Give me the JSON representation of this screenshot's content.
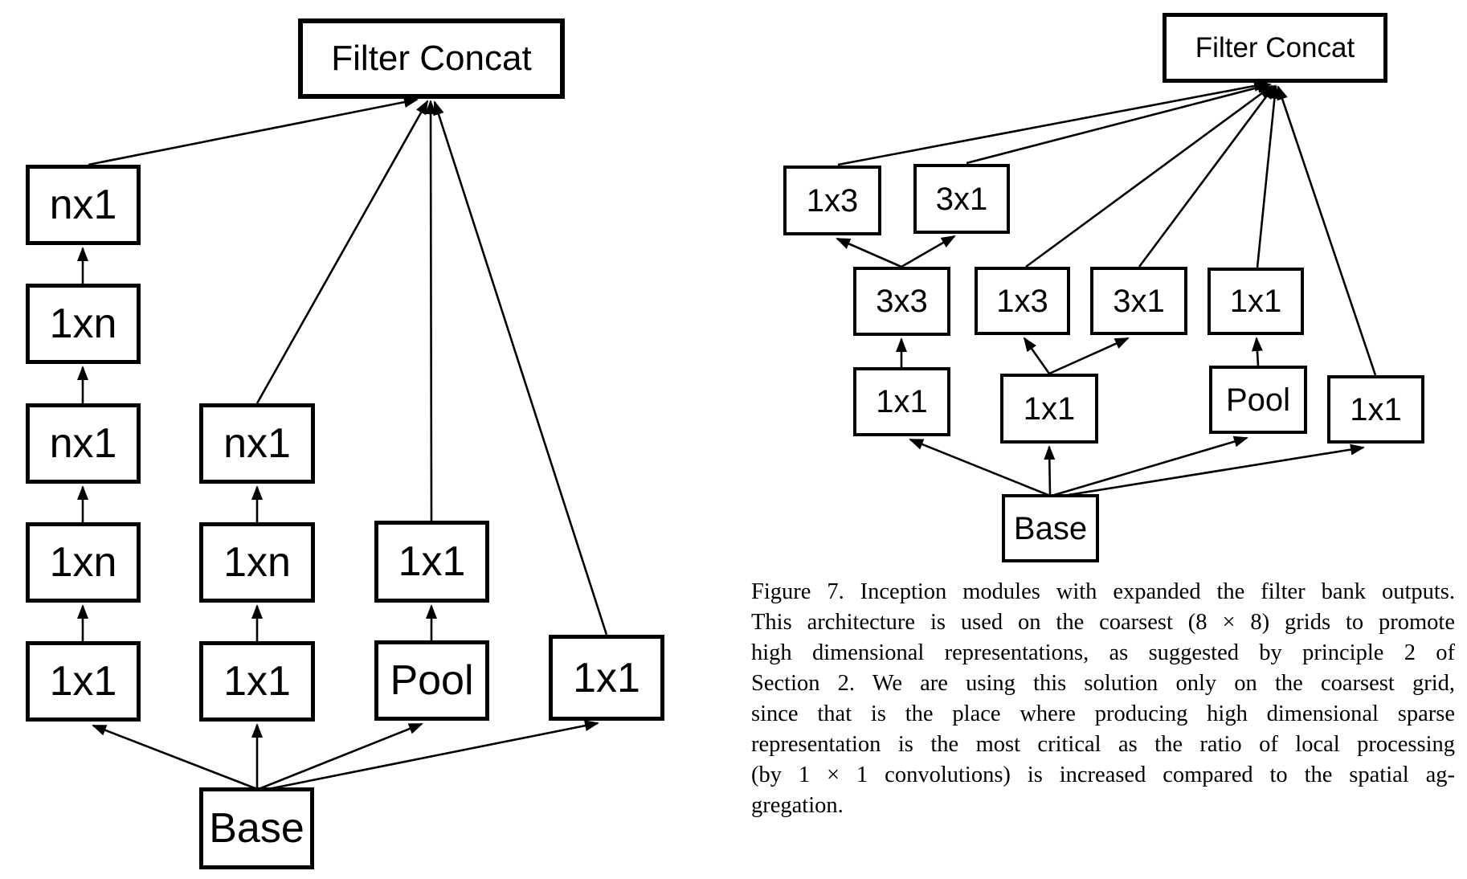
{
  "page": {
    "background_color": "#ffffff",
    "ink_color": "#000000"
  },
  "left_diagram": {
    "filter_concat": "Filter Concat",
    "base": "Base",
    "branch1": [
      "nx1",
      "1xn",
      "nx1",
      "1xn",
      "1x1"
    ],
    "branch2": [
      "nx1",
      "1xn",
      "1x1"
    ],
    "branch3": [
      "1x1",
      "Pool"
    ],
    "branch4": [
      "1x1"
    ],
    "edges": [
      [
        "base",
        "b1_1x1_5"
      ],
      [
        "b1_1x1_5",
        "b1_1xn_4"
      ],
      [
        "b1_1xn_4",
        "b1_nx1_3"
      ],
      [
        "b1_nx1_3",
        "b1_1xn_2"
      ],
      [
        "b1_1xn_2",
        "b1_nx1_1"
      ],
      [
        "b1_nx1_1",
        "filter_concat"
      ],
      [
        "base",
        "b2_1x1_3"
      ],
      [
        "b2_1x1_3",
        "b2_1xn_2"
      ],
      [
        "b2_1xn_2",
        "b2_nx1_1"
      ],
      [
        "b2_nx1_1",
        "filter_concat"
      ],
      [
        "base",
        "b3_pool"
      ],
      [
        "b3_pool",
        "b3_1x1"
      ],
      [
        "b3_1x1",
        "filter_concat"
      ],
      [
        "base",
        "b4_1x1"
      ],
      [
        "b4_1x1",
        "filter_concat"
      ]
    ]
  },
  "right_diagram": {
    "filter_concat": "Filter Concat",
    "base": "Base",
    "row2": [
      "1x3",
      "3x1"
    ],
    "row3": [
      "3x3",
      "1x3",
      "3x1",
      "1x1"
    ],
    "row4": [
      "1x1",
      "1x1",
      "Pool",
      "1x1"
    ],
    "edges": [
      [
        "base",
        "r4_1x1_left"
      ],
      [
        "base",
        "r4_1x1_mid"
      ],
      [
        "base",
        "r4_pool"
      ],
      [
        "base",
        "r4_1x1_right"
      ],
      [
        "r4_1x1_left",
        "r3_3x3"
      ],
      [
        "r4_1x1_mid",
        "r3_1x3"
      ],
      [
        "r4_1x1_mid",
        "r3_3x1"
      ],
      [
        "r4_pool",
        "r3_1x1"
      ],
      [
        "r3_3x3",
        "r2_1x3"
      ],
      [
        "r3_3x3",
        "r2_3x1"
      ],
      [
        "r2_1x3",
        "filter_concat"
      ],
      [
        "r2_3x1",
        "filter_concat"
      ],
      [
        "r3_1x3",
        "filter_concat"
      ],
      [
        "r3_3x1",
        "filter_concat"
      ],
      [
        "r3_1x1",
        "filter_concat"
      ],
      [
        "r4_1x1_right",
        "filter_concat"
      ]
    ]
  },
  "caption": {
    "lines": [
      "Figure 7. Inception modules with expanded the filter bank outputs.",
      "This architecture is used on the coarsest (8 × 8) grids to promote",
      "high dimensional representations, as suggested by principle 2 of",
      "Section 2. We are using this solution only on the coarsest grid,",
      "since that is the place where producing high dimensional sparse",
      "representation is the most critical as the ratio of local processing",
      "(by 1 × 1 convolutions) is increased compared to the spatial ag-",
      "gregation."
    ]
  }
}
